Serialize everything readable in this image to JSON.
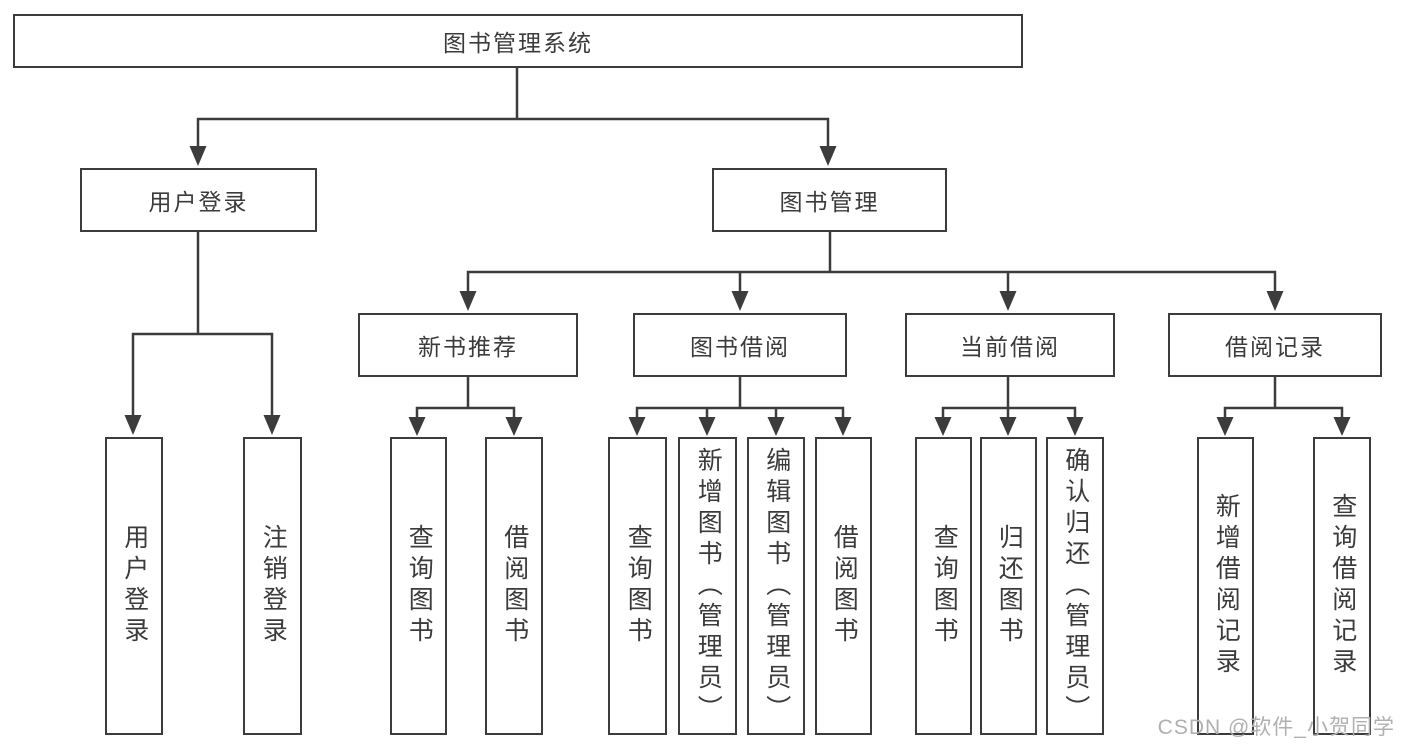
{
  "diagram": {
    "type": "hierarchy-diagram",
    "title": "图书管理系统",
    "watermark": "CSDN @软件_小贺同学",
    "colors": {
      "line": "#3c3c3c",
      "text": "#3b3b3b",
      "box_background": "#ffffff",
      "page_background": "#ffffff",
      "watermark": "#b0b0b0"
    },
    "nodes": {
      "root": {
        "label": "图书管理系统",
        "level": 1
      },
      "user_login": {
        "label": "用户登录",
        "level": 2
      },
      "book_mgmt": {
        "label": "图书管理",
        "level": 2
      },
      "new_book_rec": {
        "label": "新书推荐",
        "level": 3
      },
      "book_borrow": {
        "label": "图书借阅",
        "level": 3
      },
      "current_borrow": {
        "label": "当前借阅",
        "level": 3
      },
      "borrow_records": {
        "label": "借阅记录",
        "level": 3
      },
      "leaf_user_login": {
        "label": "用户登录",
        "level": 4
      },
      "leaf_logout": {
        "label": "注销登录",
        "level": 4
      },
      "rec_query_books": {
        "label": "查询图书",
        "level": 4
      },
      "rec_borrow_books": {
        "label": "借阅图书",
        "level": 4
      },
      "bb_query_books": {
        "label": "查询图书",
        "level": 4
      },
      "bb_add_books": {
        "label": "新增图书（管理员）",
        "level": 4
      },
      "bb_edit_books": {
        "label": "编辑图书（管理员）",
        "level": 4
      },
      "bb_borrow_books": {
        "label": "借阅图书",
        "level": 4
      },
      "cb_query_books": {
        "label": "查询图书",
        "level": 4
      },
      "cb_return_books": {
        "label": "归还图书",
        "level": 4
      },
      "cb_confirm_return": {
        "label": "确认归还（管理员）",
        "level": 4
      },
      "br_add_record": {
        "label": "新增借阅记录",
        "level": 4
      },
      "br_query_record": {
        "label": "查询借阅记录",
        "level": 4
      }
    },
    "hierarchy": {
      "root": [
        "user_login",
        "book_mgmt"
      ],
      "user_login": [
        "leaf_user_login",
        "leaf_logout"
      ],
      "book_mgmt": [
        "new_book_rec",
        "book_borrow",
        "current_borrow",
        "borrow_records"
      ],
      "new_book_rec": [
        "rec_query_books",
        "rec_borrow_books"
      ],
      "book_borrow": [
        "bb_query_books",
        "bb_add_books",
        "bb_edit_books",
        "bb_borrow_books"
      ],
      "current_borrow": [
        "cb_query_books",
        "cb_return_books",
        "cb_confirm_return"
      ],
      "borrow_records": [
        "br_add_record",
        "br_query_record"
      ]
    }
  }
}
